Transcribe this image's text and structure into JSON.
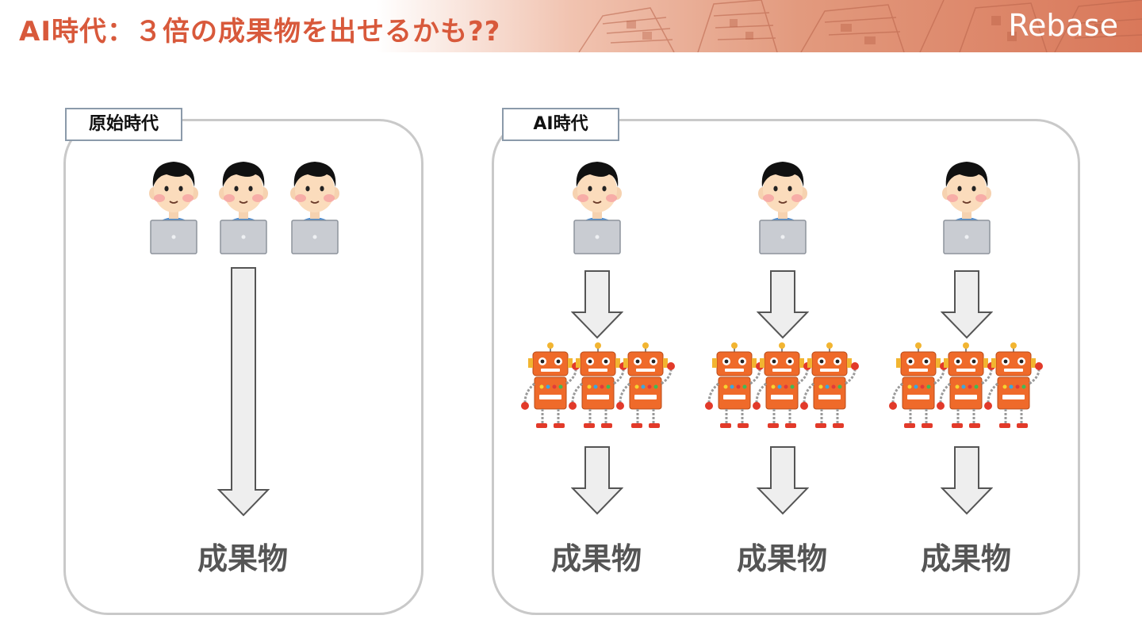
{
  "header": {
    "title": "AI時代：３倍の成果物を出せるかも??",
    "brand": "Rebase",
    "title_color": "#d8593b",
    "banner_color": "#e0886a"
  },
  "panels": [
    {
      "label": "原始時代",
      "people": 3,
      "output": "成果物"
    },
    {
      "label": "AI時代",
      "columns": [
        {
          "people": 1,
          "robots": 3,
          "output": "成果物"
        },
        {
          "people": 1,
          "robots": 3,
          "output": "成果物"
        },
        {
          "people": 1,
          "robots": 3,
          "output": "成果物"
        }
      ]
    }
  ],
  "icons": {
    "person": "person-with-laptop-icon",
    "robot": "orange-robot-icon",
    "arrow": "down-arrow-icon"
  }
}
